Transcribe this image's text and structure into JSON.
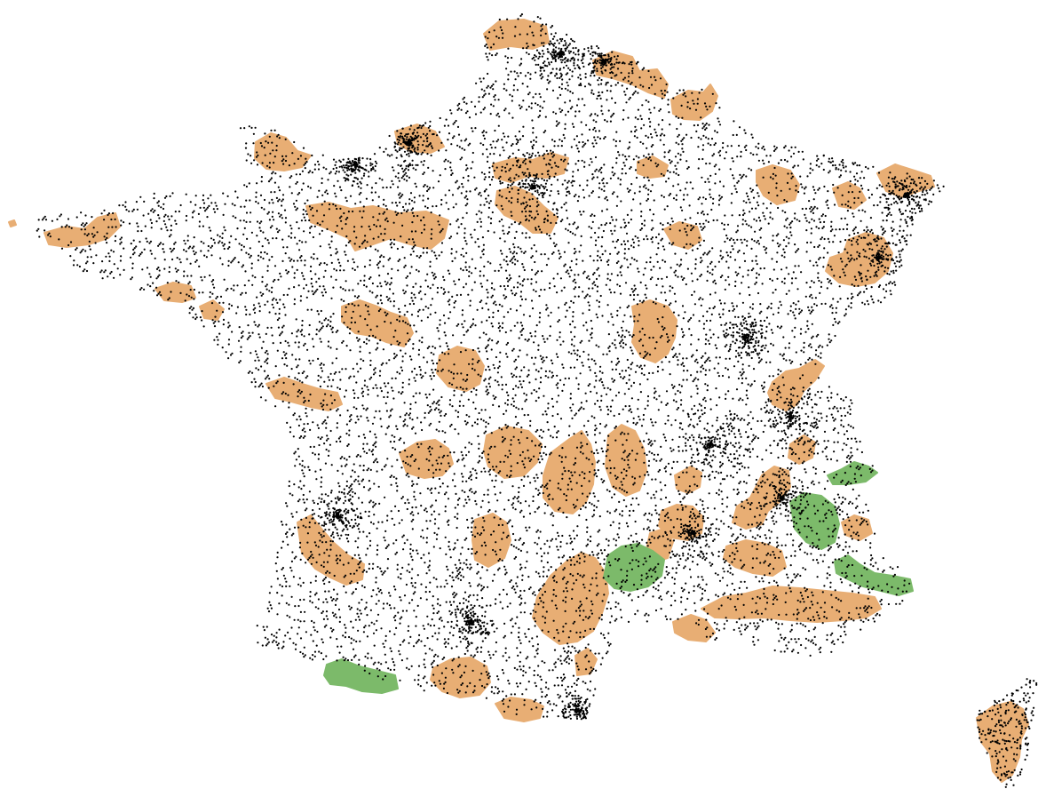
{
  "map": {
    "background_color": "#ffffff",
    "legend_visible": false,
    "title_visible": false,
    "labels_visible": false
  },
  "layers": [
    {
      "id": "settlement-points",
      "type": "dot-density",
      "color": "#000000"
    },
    {
      "id": "orange-zones",
      "type": "filled-region",
      "color": "#e8ae74"
    },
    {
      "id": "green-zones",
      "type": "filled-region",
      "color": "#7cba6a"
    }
  ]
}
